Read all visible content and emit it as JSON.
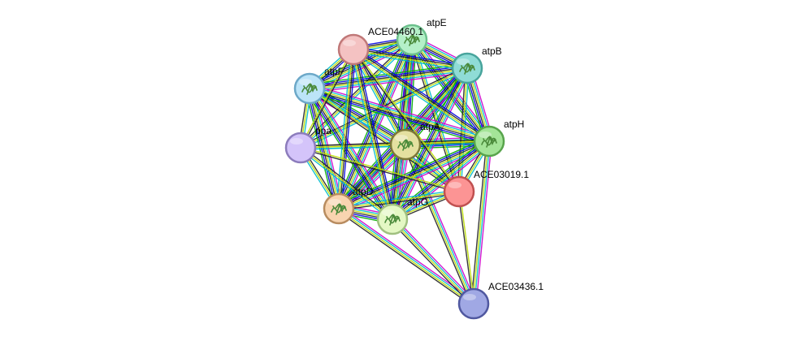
{
  "network": {
    "nodes": [
      {
        "id": "atpE",
        "label": "atpE",
        "fill": "#b4f0c8",
        "ring": "#6cc08c",
        "glyph": "protein-structure-icon"
      },
      {
        "id": "ACE04460.1",
        "label": "ACE04460.1",
        "fill": "#f4c2c2",
        "ring": "#c07878",
        "glyph": ""
      },
      {
        "id": "atpB",
        "label": "atpB",
        "fill": "#8fdcd6",
        "ring": "#48a49c",
        "glyph": "protein-structure-icon"
      },
      {
        "id": "atpF",
        "label": "atpF",
        "fill": "#bce4f8",
        "ring": "#6ca8c8",
        "glyph": "protein-structure-icon"
      },
      {
        "id": "ppa",
        "label": "ppa",
        "fill": "#d4c4fa",
        "ring": "#8c7cbc",
        "glyph": ""
      },
      {
        "id": "atpA",
        "label": "atpA",
        "fill": "#e4e0a0",
        "ring": "#7c7838",
        "glyph": "protein-structure-icon"
      },
      {
        "id": "atpH",
        "label": "atpH",
        "fill": "#a4e498",
        "ring": "#58a44c",
        "glyph": "protein-structure-icon"
      },
      {
        "id": "ACE03019.1",
        "label": "ACE03019.1",
        "fill": "#fc9494",
        "ring": "#c05050",
        "glyph": ""
      },
      {
        "id": "atpD",
        "label": "atpD",
        "fill": "#f8d4b0",
        "ring": "#b88c60",
        "glyph": "protein-structure-icon"
      },
      {
        "id": "atpG",
        "label": "atpG",
        "fill": "#e4f8c4",
        "ring": "#a0c080",
        "glyph": "protein-structure-icon"
      },
      {
        "id": "ACE03436.1",
        "label": "ACE03436.1",
        "fill": "#a0a8e4",
        "ring": "#5058a0",
        "glyph": ""
      }
    ],
    "edge_colors": {
      "experiments": "#cc00cc",
      "databases": "#00bbcc",
      "textmining": "#bbdd00",
      "coexpression": "#222222",
      "neighborhood": "#00aa00",
      "cooccurrence": "#0000dd",
      "homology": "#9999ff"
    },
    "edges": [
      {
        "a": "atpA",
        "b": "atpE",
        "kinds": [
          "experiments",
          "databases",
          "textmining",
          "coexpression",
          "cooccurrence",
          "neighborhood"
        ]
      },
      {
        "a": "atpA",
        "b": "atpB",
        "kinds": [
          "experiments",
          "databases",
          "textmining",
          "coexpression",
          "cooccurrence",
          "neighborhood"
        ]
      },
      {
        "a": "atpA",
        "b": "atpF",
        "kinds": [
          "experiments",
          "databases",
          "textmining",
          "coexpression",
          "cooccurrence",
          "neighborhood"
        ]
      },
      {
        "a": "atpA",
        "b": "atpH",
        "kinds": [
          "experiments",
          "databases",
          "textmining",
          "coexpression",
          "cooccurrence",
          "neighborhood"
        ]
      },
      {
        "a": "atpA",
        "b": "atpD",
        "kinds": [
          "experiments",
          "databases",
          "textmining",
          "coexpression",
          "cooccurrence",
          "neighborhood",
          "homology"
        ]
      },
      {
        "a": "atpA",
        "b": "atpG",
        "kinds": [
          "experiments",
          "databases",
          "textmining",
          "coexpression",
          "cooccurrence",
          "neighborhood"
        ]
      },
      {
        "a": "atpA",
        "b": "ppa",
        "kinds": [
          "databases",
          "textmining",
          "coexpression"
        ]
      },
      {
        "a": "atpA",
        "b": "ACE04460.1",
        "kinds": [
          "databases",
          "textmining",
          "coexpression",
          "cooccurrence"
        ]
      },
      {
        "a": "atpA",
        "b": "ACE03019.1",
        "kinds": [
          "databases",
          "textmining",
          "coexpression"
        ]
      },
      {
        "a": "atpA",
        "b": "ACE03436.1",
        "kinds": [
          "experiments",
          "databases",
          "textmining",
          "coexpression"
        ]
      },
      {
        "a": "atpE",
        "b": "atpB",
        "kinds": [
          "experiments",
          "databases",
          "textmining",
          "coexpression",
          "cooccurrence",
          "neighborhood"
        ]
      },
      {
        "a": "atpE",
        "b": "atpF",
        "kinds": [
          "experiments",
          "databases",
          "textmining",
          "coexpression",
          "cooccurrence",
          "neighborhood"
        ]
      },
      {
        "a": "atpE",
        "b": "atpH",
        "kinds": [
          "experiments",
          "databases",
          "textmining",
          "coexpression",
          "cooccurrence",
          "neighborhood"
        ]
      },
      {
        "a": "atpE",
        "b": "atpD",
        "kinds": [
          "experiments",
          "databases",
          "textmining",
          "coexpression",
          "cooccurrence",
          "neighborhood"
        ]
      },
      {
        "a": "atpE",
        "b": "atpG",
        "kinds": [
          "experiments",
          "databases",
          "textmining",
          "coexpression",
          "cooccurrence",
          "neighborhood"
        ]
      },
      {
        "a": "atpE",
        "b": "ppa",
        "kinds": [
          "databases",
          "textmining",
          "coexpression"
        ]
      },
      {
        "a": "atpE",
        "b": "ACE04460.1",
        "kinds": [
          "databases",
          "textmining",
          "coexpression",
          "cooccurrence"
        ]
      },
      {
        "a": "atpE",
        "b": "ACE03019.1",
        "kinds": [
          "databases",
          "textmining",
          "coexpression"
        ]
      },
      {
        "a": "atpB",
        "b": "atpF",
        "kinds": [
          "experiments",
          "databases",
          "textmining",
          "coexpression",
          "cooccurrence",
          "neighborhood"
        ]
      },
      {
        "a": "atpB",
        "b": "atpH",
        "kinds": [
          "experiments",
          "databases",
          "textmining",
          "coexpression",
          "cooccurrence",
          "neighborhood"
        ]
      },
      {
        "a": "atpB",
        "b": "atpD",
        "kinds": [
          "experiments",
          "databases",
          "textmining",
          "coexpression",
          "cooccurrence",
          "neighborhood"
        ]
      },
      {
        "a": "atpB",
        "b": "atpG",
        "kinds": [
          "experiments",
          "databases",
          "textmining",
          "coexpression",
          "cooccurrence",
          "neighborhood"
        ]
      },
      {
        "a": "atpB",
        "b": "ppa",
        "kinds": [
          "databases",
          "textmining",
          "coexpression"
        ]
      },
      {
        "a": "atpB",
        "b": "ACE04460.1",
        "kinds": [
          "databases",
          "textmining",
          "coexpression",
          "cooccurrence"
        ]
      },
      {
        "a": "atpB",
        "b": "ACE03019.1",
        "kinds": [
          "databases",
          "textmining",
          "coexpression"
        ]
      },
      {
        "a": "atpF",
        "b": "atpH",
        "kinds": [
          "experiments",
          "databases",
          "textmining",
          "coexpression",
          "cooccurrence",
          "neighborhood"
        ]
      },
      {
        "a": "atpF",
        "b": "atpD",
        "kinds": [
          "experiments",
          "databases",
          "textmining",
          "coexpression",
          "cooccurrence",
          "neighborhood"
        ]
      },
      {
        "a": "atpF",
        "b": "atpG",
        "kinds": [
          "experiments",
          "databases",
          "textmining",
          "coexpression",
          "cooccurrence",
          "neighborhood"
        ]
      },
      {
        "a": "atpF",
        "b": "ppa",
        "kinds": [
          "databases",
          "textmining",
          "coexpression"
        ]
      },
      {
        "a": "atpF",
        "b": "ACE04460.1",
        "kinds": [
          "databases",
          "textmining",
          "coexpression",
          "cooccurrence"
        ]
      },
      {
        "a": "atpF",
        "b": "ACE03019.1",
        "kinds": [
          "databases",
          "textmining",
          "coexpression"
        ]
      },
      {
        "a": "atpH",
        "b": "atpD",
        "kinds": [
          "experiments",
          "databases",
          "textmining",
          "coexpression",
          "cooccurrence",
          "neighborhood"
        ]
      },
      {
        "a": "atpH",
        "b": "atpG",
        "kinds": [
          "experiments",
          "databases",
          "textmining",
          "coexpression",
          "cooccurrence",
          "neighborhood"
        ]
      },
      {
        "a": "atpH",
        "b": "ppa",
        "kinds": [
          "databases",
          "textmining",
          "coexpression"
        ]
      },
      {
        "a": "atpH",
        "b": "ACE04460.1",
        "kinds": [
          "databases",
          "textmining",
          "coexpression",
          "cooccurrence"
        ]
      },
      {
        "a": "atpH",
        "b": "ACE03019.1",
        "kinds": [
          "databases",
          "textmining",
          "coexpression"
        ]
      },
      {
        "a": "atpH",
        "b": "ACE03436.1",
        "kinds": [
          "experiments",
          "databases",
          "textmining",
          "coexpression"
        ]
      },
      {
        "a": "atpD",
        "b": "atpG",
        "kinds": [
          "experiments",
          "databases",
          "textmining",
          "coexpression",
          "cooccurrence",
          "neighborhood"
        ]
      },
      {
        "a": "atpD",
        "b": "ppa",
        "kinds": [
          "databases",
          "textmining",
          "coexpression"
        ]
      },
      {
        "a": "atpD",
        "b": "ACE04460.1",
        "kinds": [
          "databases",
          "textmining",
          "coexpression",
          "cooccurrence"
        ]
      },
      {
        "a": "atpD",
        "b": "ACE03019.1",
        "kinds": [
          "databases",
          "textmining",
          "coexpression"
        ]
      },
      {
        "a": "atpD",
        "b": "ACE03436.1",
        "kinds": [
          "experiments",
          "databases",
          "textmining",
          "coexpression"
        ]
      },
      {
        "a": "atpG",
        "b": "ppa",
        "kinds": [
          "databases",
          "textmining",
          "coexpression"
        ]
      },
      {
        "a": "atpG",
        "b": "ACE04460.1",
        "kinds": [
          "databases",
          "textmining",
          "coexpression",
          "cooccurrence"
        ]
      },
      {
        "a": "atpG",
        "b": "ACE03019.1",
        "kinds": [
          "databases",
          "textmining",
          "coexpression"
        ]
      },
      {
        "a": "atpG",
        "b": "ACE03436.1",
        "kinds": [
          "experiments",
          "databases",
          "textmining",
          "coexpression"
        ]
      },
      {
        "a": "ppa",
        "b": "ACE04460.1",
        "kinds": [
          "textmining",
          "coexpression"
        ]
      },
      {
        "a": "ppa",
        "b": "ACE03019.1",
        "kinds": [
          "textmining",
          "coexpression"
        ]
      },
      {
        "a": "ACE04460.1",
        "b": "ACE03019.1",
        "kinds": [
          "textmining",
          "coexpression"
        ]
      },
      {
        "a": "ACE03019.1",
        "b": "ACE03436.1",
        "kinds": [
          "textmining",
          "coexpression"
        ]
      }
    ]
  }
}
